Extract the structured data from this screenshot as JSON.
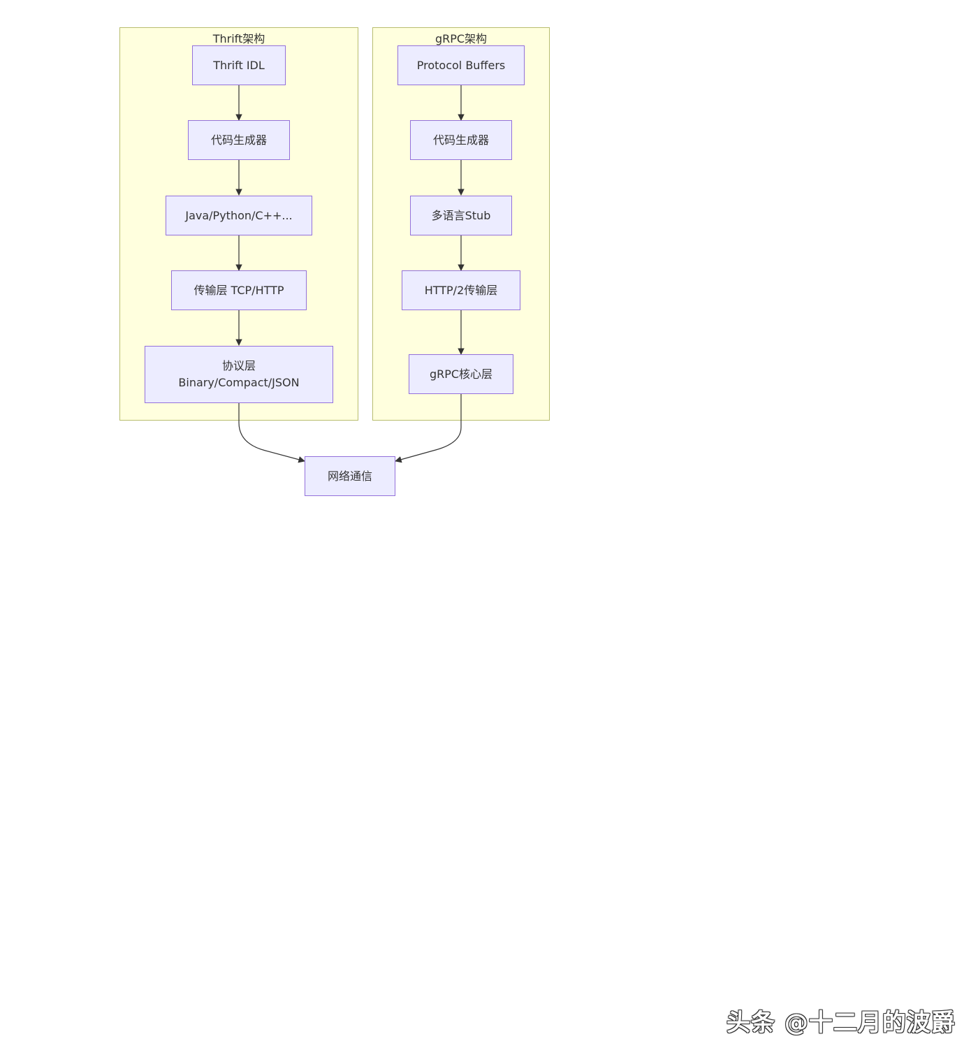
{
  "clusters": {
    "thrift": {
      "title": "Thrift架构",
      "nodes": {
        "idl": "Thrift IDL",
        "codegen": "代码生成器",
        "langs": "Java/Python/C++...",
        "transport": "传输层 TCP/HTTP",
        "protocol_line1": "协议层",
        "protocol_line2": "Binary/Compact/JSON"
      }
    },
    "grpc": {
      "title": "gRPC架构",
      "nodes": {
        "protobuf": "Protocol Buffers",
        "codegen": "代码生成器",
        "stub": "多语言Stub",
        "transport": "HTTP/2传输层",
        "core": "gRPC核心层"
      }
    }
  },
  "shared_node": "网络通信",
  "edges": [
    [
      "Thrift IDL",
      "代码生成器"
    ],
    [
      "代码生成器",
      "Java/Python/C++..."
    ],
    [
      "Java/Python/C++...",
      "传输层 TCP/HTTP"
    ],
    [
      "传输层 TCP/HTTP",
      "协议层 Binary/Compact/JSON"
    ],
    [
      "协议层 Binary/Compact/JSON",
      "网络通信"
    ],
    [
      "Protocol Buffers",
      "代码生成器"
    ],
    [
      "代码生成器",
      "多语言Stub"
    ],
    [
      "多语言Stub",
      "HTTP/2传输层"
    ],
    [
      "HTTP/2传输层",
      "gRPC核心层"
    ],
    [
      "gRPC核心层",
      "网络通信"
    ]
  ],
  "watermark": "头条 @十二月的波爵",
  "colors": {
    "cluster_fill": "#ffffde",
    "cluster_border": "#b8bd6e",
    "node_fill": "#ececff",
    "node_border": "#9370db",
    "edge": "#333333"
  }
}
